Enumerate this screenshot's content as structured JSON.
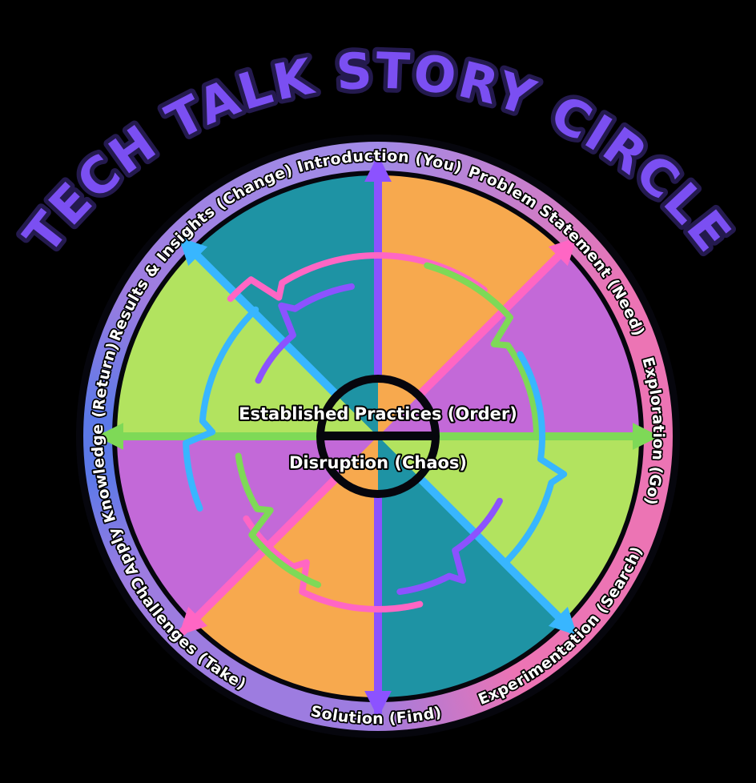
{
  "title": "TECH TALK STORY CIRCLE",
  "center": {
    "order_label": "Established Practices (Order)",
    "chaos_label": "Disruption (Chaos)"
  },
  "ring": {
    "labels": [
      {
        "text": "Introduction (You)"
      },
      {
        "text": "Problem Statement (Need)"
      },
      {
        "text": "Exploration (Go)"
      },
      {
        "text": "Experimentation (Search)"
      },
      {
        "text": "Solution (Find)"
      },
      {
        "text": "Challenges (Take)"
      },
      {
        "text": "Apply Knowledge (Return)"
      },
      {
        "text": "Results & Insights (Change)"
      }
    ]
  },
  "colors": {
    "background": "#000000",
    "title": "#7b4ff2",
    "title-outline": "#241a4e",
    "arrow-purple": "#8c52ff",
    "arrow-green": "#7ed957",
    "arrow-pink": "#ff66c4",
    "arrow-blue": "#38b6ff",
    "wedge-orange": "#f7a94e",
    "wedge-purple": "#c369d8",
    "wedge-lime": "#b2e35f",
    "wedge-teal": "#1e93a4",
    "ring-lavender": "#a18ae6",
    "ring-pink": "#ec74b4",
    "ring-violet": "#9d7ce0",
    "ring-blue": "#5c79e8",
    "label-text": "#ffffff",
    "label-outline": "#000000"
  }
}
